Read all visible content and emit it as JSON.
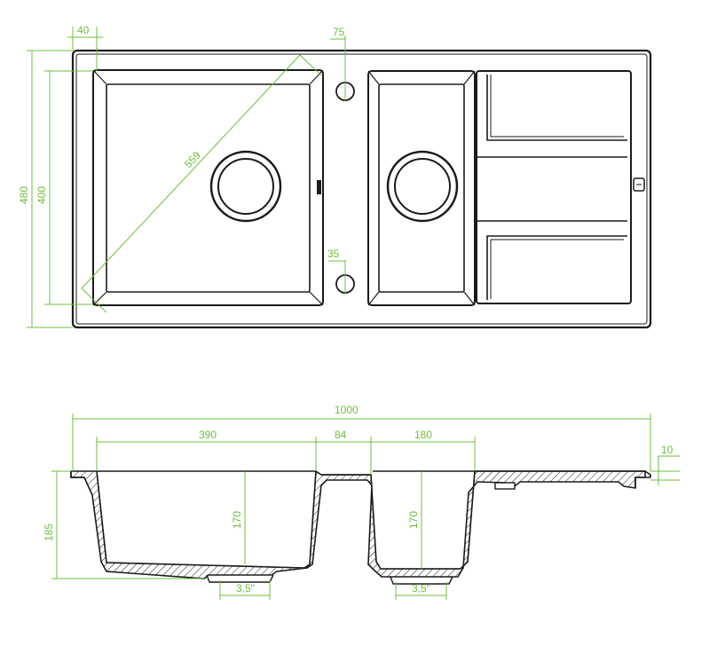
{
  "colors": {
    "outline": "#1b1b1b",
    "dimension": "#6cbf3c",
    "background": "#ffffff"
  },
  "top_view": {
    "dimensions": {
      "flange_offset": "40",
      "overall_depth": "480",
      "bowl_depth": "400",
      "bowl_diagonal": "559",
      "top_hole_offset": "75",
      "bottom_hole_offset": "35"
    }
  },
  "section_view": {
    "dimensions": {
      "overall_length": "1000",
      "main_bowl_width": "390",
      "bridge_width": "84",
      "second_bowl_width": "180",
      "rim_thickness": "10",
      "overall_height": "185",
      "main_bowl_height": "170",
      "second_bowl_height": "170",
      "main_drain": "3,5\"",
      "second_drain": "3,5\""
    }
  }
}
